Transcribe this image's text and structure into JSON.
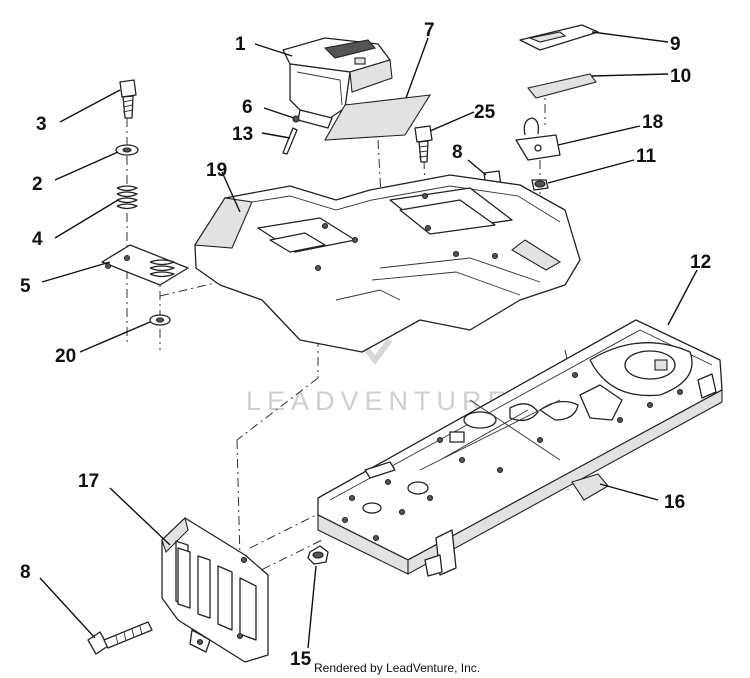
{
  "watermark": "LEADVENTURE",
  "credit": "Rendered by LeadVenture, Inc.",
  "callouts": {
    "c1": "1",
    "c2": "2",
    "c3": "3",
    "c4": "4",
    "c5": "5",
    "c6": "6",
    "c7": "7",
    "c8a": "8",
    "c8b": "8",
    "c9": "9",
    "c10": "10",
    "c11": "11",
    "c12": "12",
    "c13": "13",
    "c15": "15",
    "c16": "16",
    "c17": "17",
    "c18": "18",
    "c19": "19",
    "c20": "20",
    "c25": "25"
  }
}
